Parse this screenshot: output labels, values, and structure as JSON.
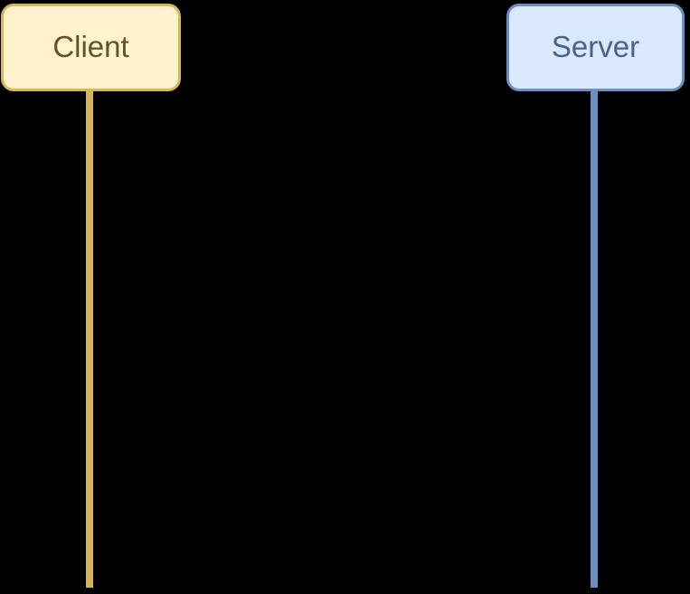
{
  "diagram": {
    "type": "sequence-diagram",
    "background_color": "#000000",
    "actors": [
      {
        "id": "client",
        "label": "Client",
        "fill_color": "#fff2cc",
        "stroke_color": "#d6b656",
        "label_color": "#5d542a",
        "lifeline_color": "#d6b656"
      },
      {
        "id": "server",
        "label": "Server",
        "fill_color": "#dae8fc",
        "stroke_color": "#6c8ebf",
        "label_color": "#49618c",
        "lifeline_color": "#6c8ebf"
      }
    ]
  }
}
